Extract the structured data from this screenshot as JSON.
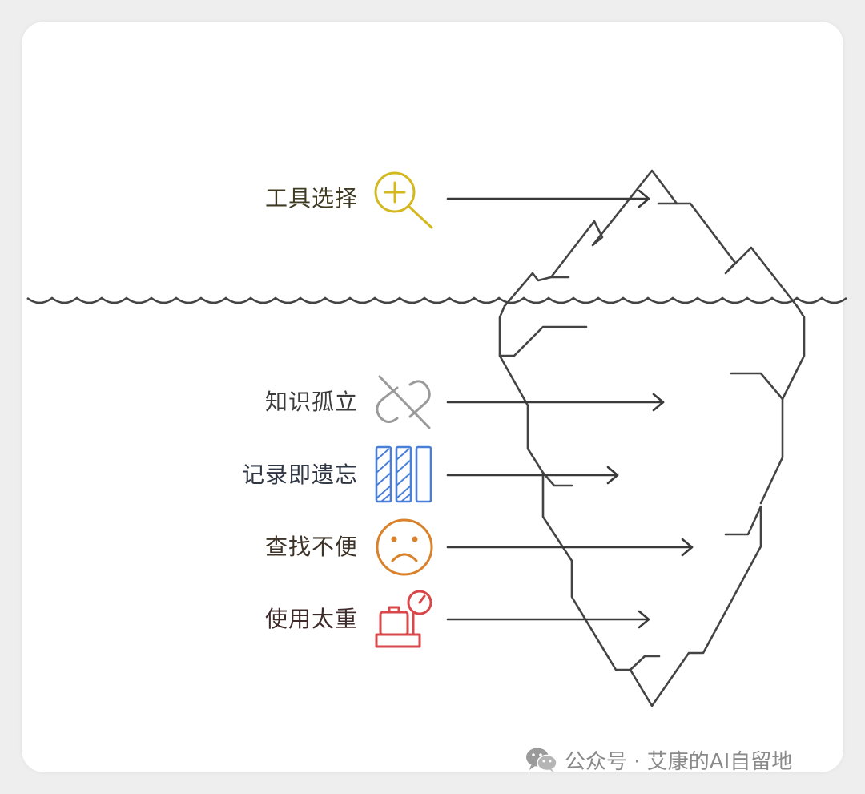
{
  "items": [
    {
      "label": "工具选择",
      "icon": "magnifier-plus-icon",
      "color": "#d4b81f",
      "text_color": "#3f3a22"
    },
    {
      "label": "知识孤立",
      "icon": "broken-link-icon",
      "color": "#9a9a9a",
      "text_color": "#3b3b3b"
    },
    {
      "label": "记录即遗忘",
      "icon": "striped-columns-icon",
      "color": "#4a7fd8",
      "text_color": "#2f3644"
    },
    {
      "label": "查找不便",
      "icon": "sad-face-icon",
      "color": "#d9822b",
      "text_color": "#3e3429"
    },
    {
      "label": "使用太重",
      "icon": "luggage-scale-icon",
      "color": "#d9474a",
      "text_color": "#3f2a2a"
    }
  ],
  "watermark": {
    "text": "公众号 · 艾康的AI自留地",
    "icon": "wechat-icon"
  }
}
